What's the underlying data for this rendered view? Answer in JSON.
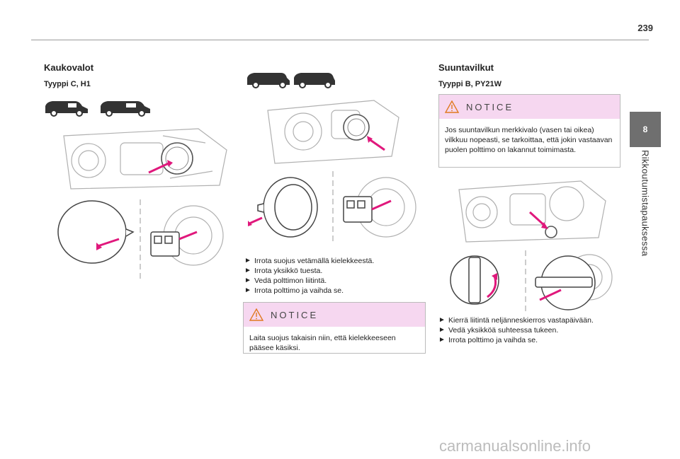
{
  "page": {
    "number": "239"
  },
  "chapter": {
    "number": "8",
    "title": "Rikkoutumistapauksessa"
  },
  "kaukovalot": {
    "title": "Kaukovalot",
    "type_label": "Tyyppi C, H1",
    "steps": [
      "Irrota suojus vetämällä kielekkeestä.",
      "Irrota yksikkö tuesta.",
      "Vedä polttimon liitintä.",
      "Irrota polttimo ja vaihda se."
    ],
    "notice": {
      "label": "NOTICE",
      "text": "Laita suojus takaisin niin, että kielekkeeseen pääsee käsiksi."
    }
  },
  "suuntavilkut": {
    "title": "Suuntavilkut",
    "type_label": "Tyyppi B, PY21W",
    "notice": {
      "label": "NOTICE",
      "text": "Jos suuntavilkun merkkivalo (vasen tai oikea) vilkkuu nopeasti, se tarkoittaa, että jokin vastaavan puolen polttimo on lakannut toimimasta."
    },
    "steps": [
      " Kierrä liitintä neljänneskierros vastapäivään.",
      "Vedä yksikköä suhteessa tukeen.",
      "Irrota polttimo ja vaihda se."
    ]
  },
  "icons": {
    "step_arrow": "►",
    "warning": "warning-triangle-icon"
  },
  "colors": {
    "notice_header": "#f6d7f0",
    "arrow_pink": "#e0187c",
    "chapter_tab": "#6f6f6f"
  },
  "watermark": "carmanualsonline.info"
}
